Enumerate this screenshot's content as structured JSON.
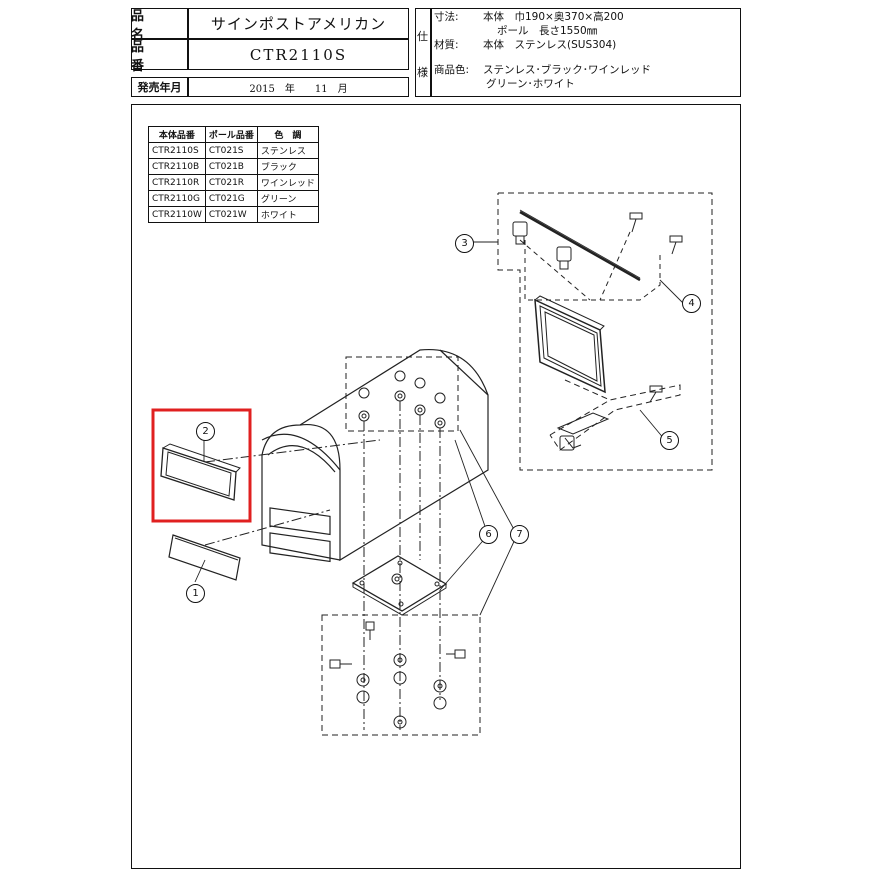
{
  "header": {
    "name_label": "品　名",
    "name_value": "サインポストアメリカン",
    "number_label": "品　番",
    "number_value": "CTR2110S",
    "release_label": "発売年月",
    "release_value": "2015　年　　11　月"
  },
  "spec": {
    "side_char_1": "仕",
    "side_char_2": "様",
    "size_label": "寸法:",
    "size_line1": "本体　巾190×奥370×高200",
    "size_line2": "ポール　長さ1550㎜",
    "material_label": "材質:",
    "material_value": "本体　ステンレス(SUS304)",
    "color_label": "商品色:",
    "color_line1": "ステンレス･ブラック･ワインレッド",
    "color_line2": "グリーン･ホワイト"
  },
  "parts_table": {
    "headers": [
      "本体品番",
      "ポール品番",
      "色　調"
    ],
    "rows": [
      [
        "CTR2110S",
        "CT021S",
        "ステンレス"
      ],
      [
        "CTR2110B",
        "CT021B",
        "ブラック"
      ],
      [
        "CTR2110R",
        "CT021R",
        "ワインレッド"
      ],
      [
        "CTR2110G",
        "CT021G",
        "グリーン"
      ],
      [
        "CTR2110W",
        "CT021W",
        "ホワイト"
      ]
    ]
  },
  "callouts": [
    "1",
    "2",
    "3",
    "4",
    "5",
    "6",
    "7"
  ],
  "highlight_color": "#e02020"
}
